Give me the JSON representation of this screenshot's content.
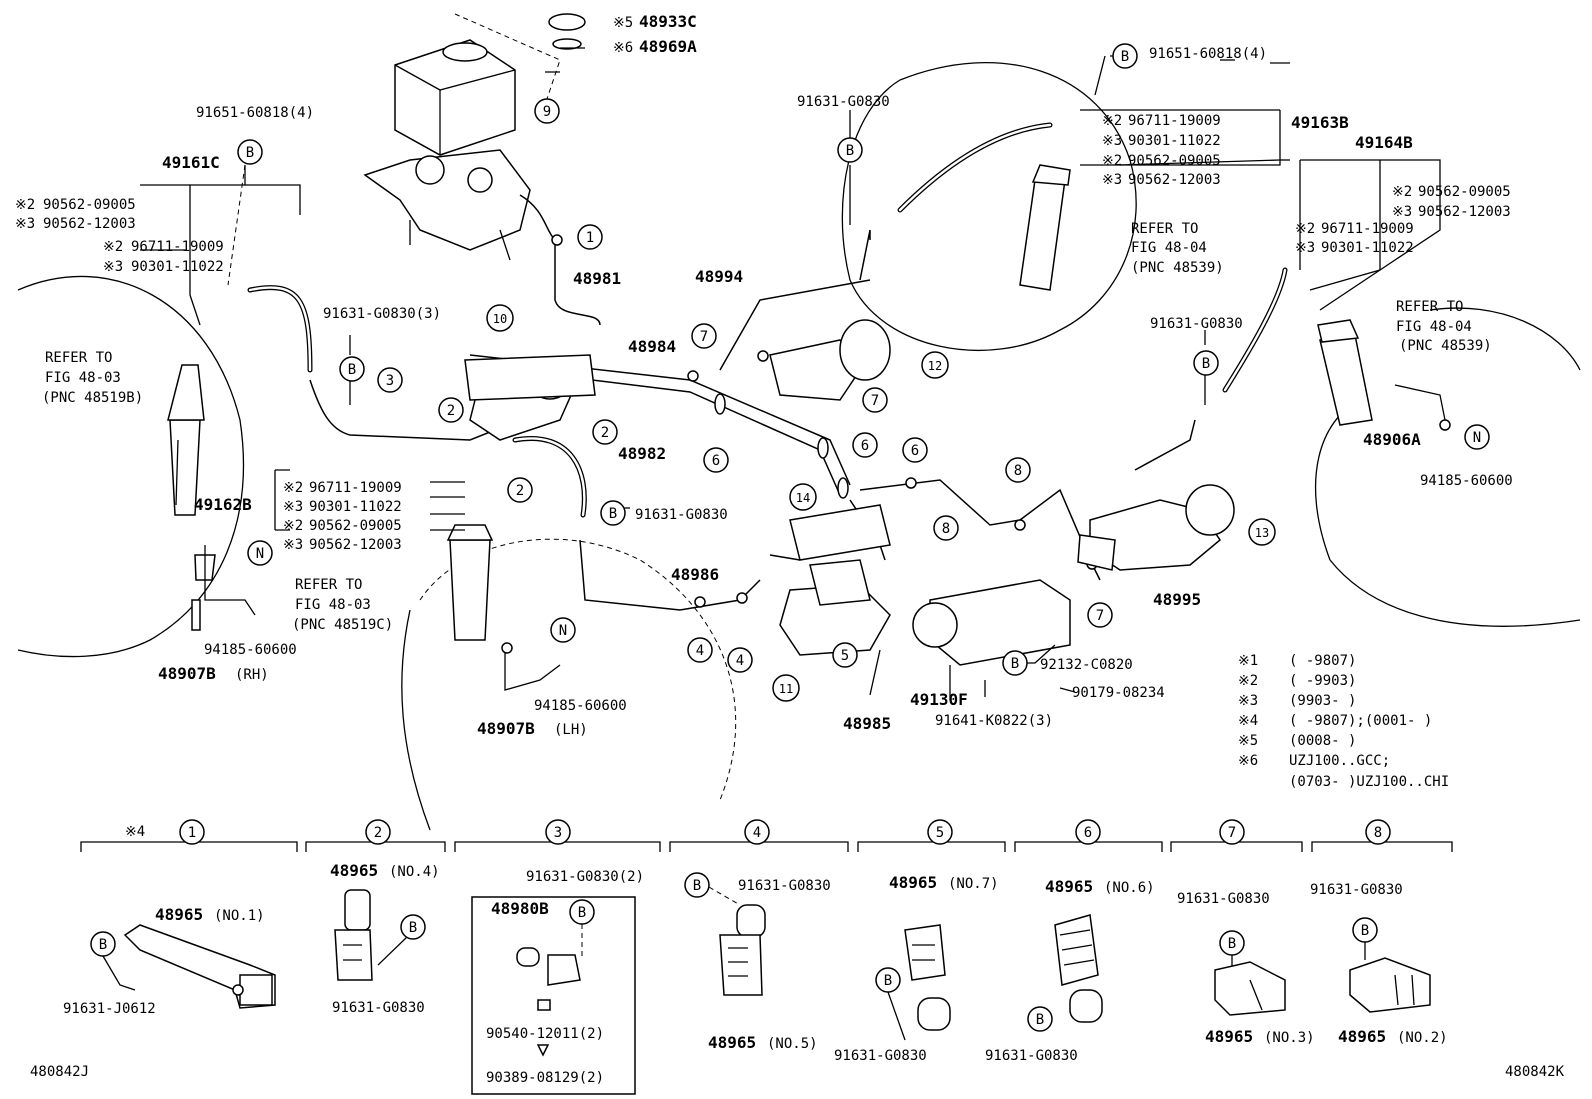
{
  "labels": {
    "l_48933C": "48933C",
    "l_48969A": "48969A",
    "l_n5": "※5",
    "l_n6": "※6",
    "l_91651_60818_4_l": "91651-60818(4)",
    "l_49161C": "49161C",
    "l_90562_09005_l": "90562-09005",
    "l_90562_12003_l": "90562-12003",
    "l_96711_19009_l": "96711-19009",
    "l_90301_11022_l": "90301-11022",
    "l_91631_G0830_3": "91631-G0830(3)",
    "l_48981": "48981",
    "l_48994": "48994",
    "l_48984": "48984",
    "l_48982": "48982",
    "l_91631_G0830_top": "91631-G0830",
    "l_91651_60818_4_r": "91651-60818(4)",
    "l_49163B": "49163B",
    "l_96711_19009_r": "96711-19009",
    "l_90301_11022_r": "90301-11022",
    "l_90562_09005_r": "90562-09005",
    "l_90562_12003_r": "90562-12003",
    "l_49164B": "49164B",
    "l_90562_09005_rr": "90562-09005",
    "l_90562_12003_rr": "90562-12003",
    "l_96711_19009_rr": "96711-19009",
    "l_90301_11022_rr": "90301-11022",
    "l_91631_G0830_rmid": "91631-G0830",
    "l_refer_to_a": "REFER TO",
    "l_fig4804_a": "FIG 48-04",
    "l_pnc48539_a": "(PNC 48539)",
    "l_refer_to_b": "REFER TO",
    "l_fig4804_b": "FIG 48-04",
    "l_pnc48539_b": "(PNC 48539)",
    "l_refer_to_c": "REFER TO",
    "l_fig4803_c": "FIG 48-03",
    "l_pnc48519B": "(PNC 48519B)",
    "l_refer_to_d": "REFER TO",
    "l_fig4803_d": "FIG 48-03",
    "l_pnc48519C": "(PNC 48519C)",
    "l_48906A": "48906A",
    "l_94185_60600_r": "94185-60600",
    "l_49162B": "49162B",
    "l_96711_19009_b": "96711-19009",
    "l_90301_11022_b": "90301-11022",
    "l_90562_09005_b": "90562-09005",
    "l_90562_12003_b": "90562-12003",
    "l_91631_G0830_mid": "91631-G0830",
    "l_48986": "48986",
    "l_48995": "48995",
    "l_92132_C0820": "92132-C0820",
    "l_90179_08234": "90179-08234",
    "l_49130F": "49130F",
    "l_91641_K0822_3": "91641-K0822(3)",
    "l_48985": "48985",
    "l_94185_60600_l": "94185-60600",
    "l_48907B": "48907B",
    "l_rh": "(RH)",
    "l_94185_60600_m": "94185-60600",
    "l_48907B_2": "48907B",
    "l_lh": "(LH)",
    "l_code_left": "480842J",
    "l_code_right": "480842K"
  },
  "markers": {
    "n2": "※2",
    "n3": "※3",
    "n4": "※4",
    "B": "B",
    "N": "N"
  },
  "callouts": [
    "1",
    "2",
    "3",
    "4",
    "5",
    "6",
    "7",
    "8",
    "9",
    "10",
    "11",
    "12",
    "13",
    "14"
  ],
  "notes": [
    {
      "mark": "※1",
      "text": "(      -9807)"
    },
    {
      "mark": "※2",
      "text": "(      -9903)"
    },
    {
      "mark": "※3",
      "text": "(9903-      )"
    },
    {
      "mark": "※4",
      "text": "(      -9807);(0001-      )"
    },
    {
      "mark": "※5",
      "text": "(0008-      )"
    },
    {
      "mark": "※6",
      "text": "UZJ100..GCC;"
    },
    {
      "mark": "",
      "text": "(0703-      )UZJ100..CHI"
    }
  ],
  "panels": {
    "p1": {
      "num": "1",
      "part": "48965",
      "sub": "(NO.1)",
      "bolt": "91631-J0612"
    },
    "p2": {
      "num": "2",
      "part": "48965",
      "sub": "(NO.4)",
      "bolt": "91631-G0830"
    },
    "p3": {
      "num": "3",
      "bolt_top": "91631-G0830(2)",
      "part": "48980B",
      "bolt_a": "90540-12011(2)",
      "bolt_b": "90389-08129(2)"
    },
    "p4": {
      "num": "4",
      "bolt": "91631-G0830",
      "part": "48965",
      "sub": "(NO.5)"
    },
    "p5": {
      "num": "5",
      "part": "48965",
      "sub": "(NO.7)",
      "bolt": "91631-G0830"
    },
    "p6": {
      "num": "6",
      "part": "48965",
      "sub": "(NO.6)",
      "bolt": "91631-G0830"
    },
    "p7": {
      "num": "7",
      "bolt": "91631-G0830",
      "part": "48965",
      "sub": "(NO.3)"
    },
    "p8": {
      "num": "8",
      "bolt": "91631-G0830",
      "part": "48965",
      "sub": "(NO.2)"
    }
  }
}
